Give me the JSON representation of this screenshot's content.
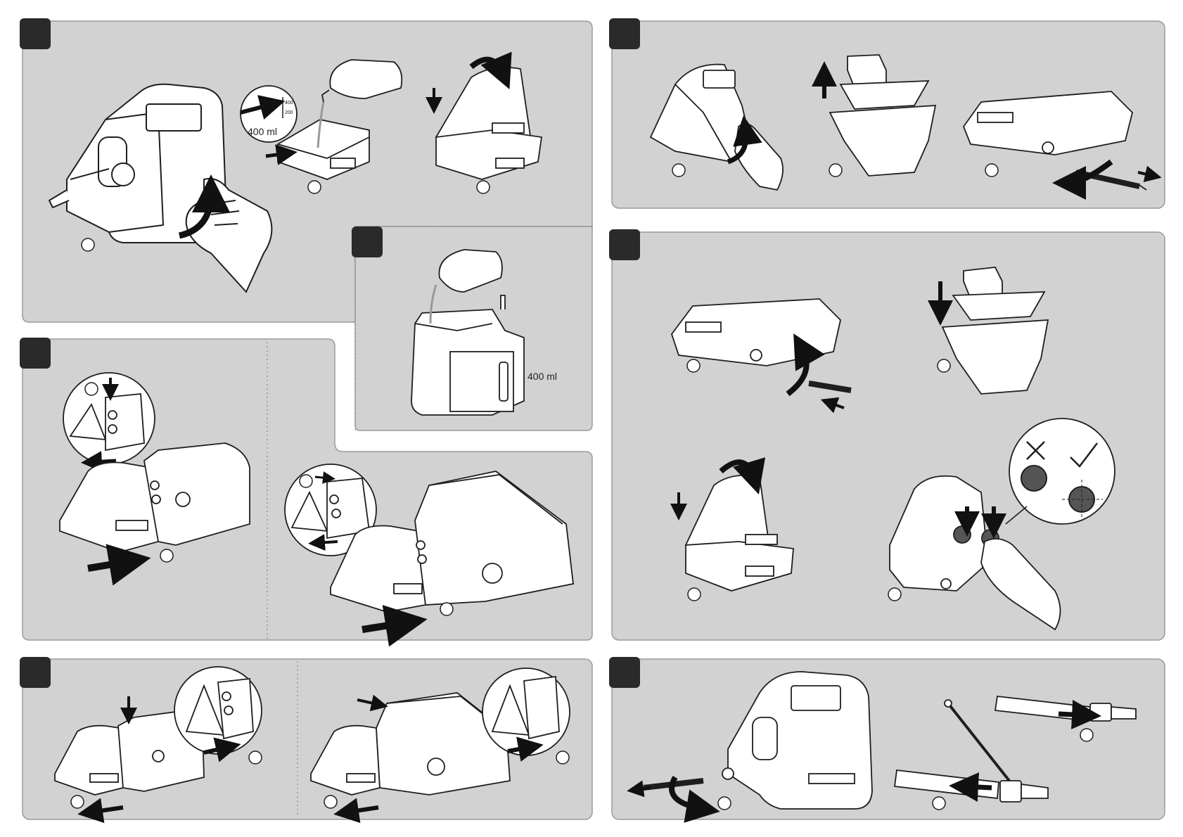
{
  "labels": {
    "fill_level_400": "400",
    "fill_level_200": "200",
    "volume_small": "400 ml",
    "volume_large": "400 ml"
  },
  "colors": {
    "panel_fill": "#d2d2d2",
    "panel_stroke": "#9a9a9a",
    "badge": "#2a2a2a",
    "line": "#1e1e1e",
    "device_fill": "#ffffff",
    "arrow": "#111111"
  },
  "icons": {
    "wrong": "cross-icon",
    "correct": "checkmark-icon",
    "step_marker": "circle-outline"
  }
}
